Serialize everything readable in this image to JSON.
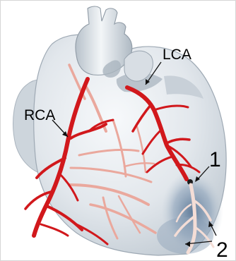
{
  "labels": {
    "lca": "LCA",
    "rca": "RCA",
    "marker_1": "1",
    "marker_2": "2"
  },
  "colors": {
    "heart_fill": "#e2e7ec",
    "heart_shadow": "#b9c3cb",
    "artery": "#d1181c",
    "artery_faded": "#ecafa4",
    "ischemic_zone": "#7d93ac",
    "infarct_vessel": "#f4ddd6"
  }
}
